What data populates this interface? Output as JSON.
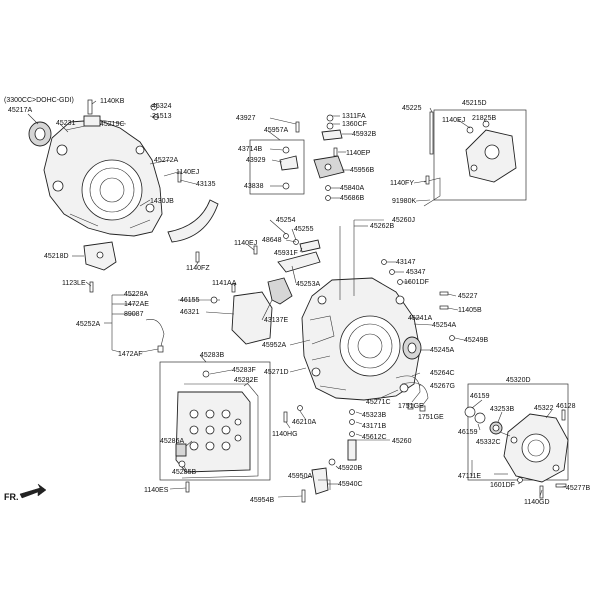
{
  "header_note": "(3300CC>DOHC-GDI)",
  "direction_label": "FR.",
  "callouts": {
    "p45217A": "45217A",
    "p45231": "45231",
    "p1140KB": "1140KB",
    "p45324": "45324",
    "p45219C": "45219C",
    "p21513": "21513",
    "p45272A": "45272A",
    "p1140EJ_a": "1140EJ",
    "p43135": "43135",
    "p1430JB": "1430JB",
    "p45218D": "45218D",
    "p1140FZ": "1140FZ",
    "p1123LE": "1123LE",
    "p43927": "43927",
    "p45957A": "45957A",
    "p1311FA": "1311FA",
    "p1360CF": "1360CF",
    "p45932B": "45932B",
    "p43714B": "43714B",
    "p43929": "43929",
    "p43838": "43838",
    "p1140EP": "1140EP",
    "p45956B": "45956B",
    "p45840A": "45840A",
    "p45686B": "45686B",
    "p45225": "45225",
    "p45215D": "45215D",
    "p1140EJ_b": "1140EJ",
    "p21825B": "21825B",
    "p1140FY": "1140FY",
    "p91980K": "91980K",
    "p45254": "45254",
    "p45255": "45255",
    "p1140EJ_c": "1140EJ",
    "p48648": "48648",
    "p45931F": "45931F",
    "p45253A": "45253A",
    "p45262B": "45262B",
    "p45260J": "45260J",
    "p43147": "43147",
    "p45347": "45347",
    "p1601DF_a": "1601DF",
    "p1141AA": "1141AA",
    "p45228A": "45228A",
    "p1472AE": "1472AE",
    "p89087": "89087",
    "p45252A": "45252A",
    "p1472AF": "1472AF",
    "p46155": "46155",
    "p46321": "46321",
    "p43137E": "43137E",
    "p45227": "45227",
    "p11405B": "11405B",
    "p45241A": "45241A",
    "p45254A": "45254A",
    "p45249B": "45249B",
    "p45245A": "45245A",
    "p45952A": "45952A",
    "p45283B": "45283B",
    "p45283F": "45283F",
    "p45282E": "45282E",
    "p45271D": "45271D",
    "p45264C": "45264C",
    "p45267G": "45267G",
    "p45271C": "45271C",
    "p1751GE_a": "1751GE",
    "p1751GE_b": "1751GE",
    "p45323B": "45323B",
    "p43171B": "43171B",
    "p46210A": "46210A",
    "p1140HG": "1140HG",
    "p45612C": "45612C",
    "p45260": "45260",
    "p45286A": "45286A",
    "p45285B": "45285B",
    "p1140ES": "1140ES",
    "p45950A": "45950A",
    "p45920B": "45920B",
    "p45940C": "45940C",
    "p45954B": "45954B",
    "p45320D": "45320D",
    "p46159_a": "46159",
    "p43253B": "43253B",
    "p45322": "45322",
    "p46128": "46128",
    "p46159_b": "46159",
    "p45332C": "45332C",
    "p47111E": "47111E",
    "p1601DF_b": "1601DF",
    "p45277B": "45277B",
    "p1140GD": "1140GD"
  }
}
